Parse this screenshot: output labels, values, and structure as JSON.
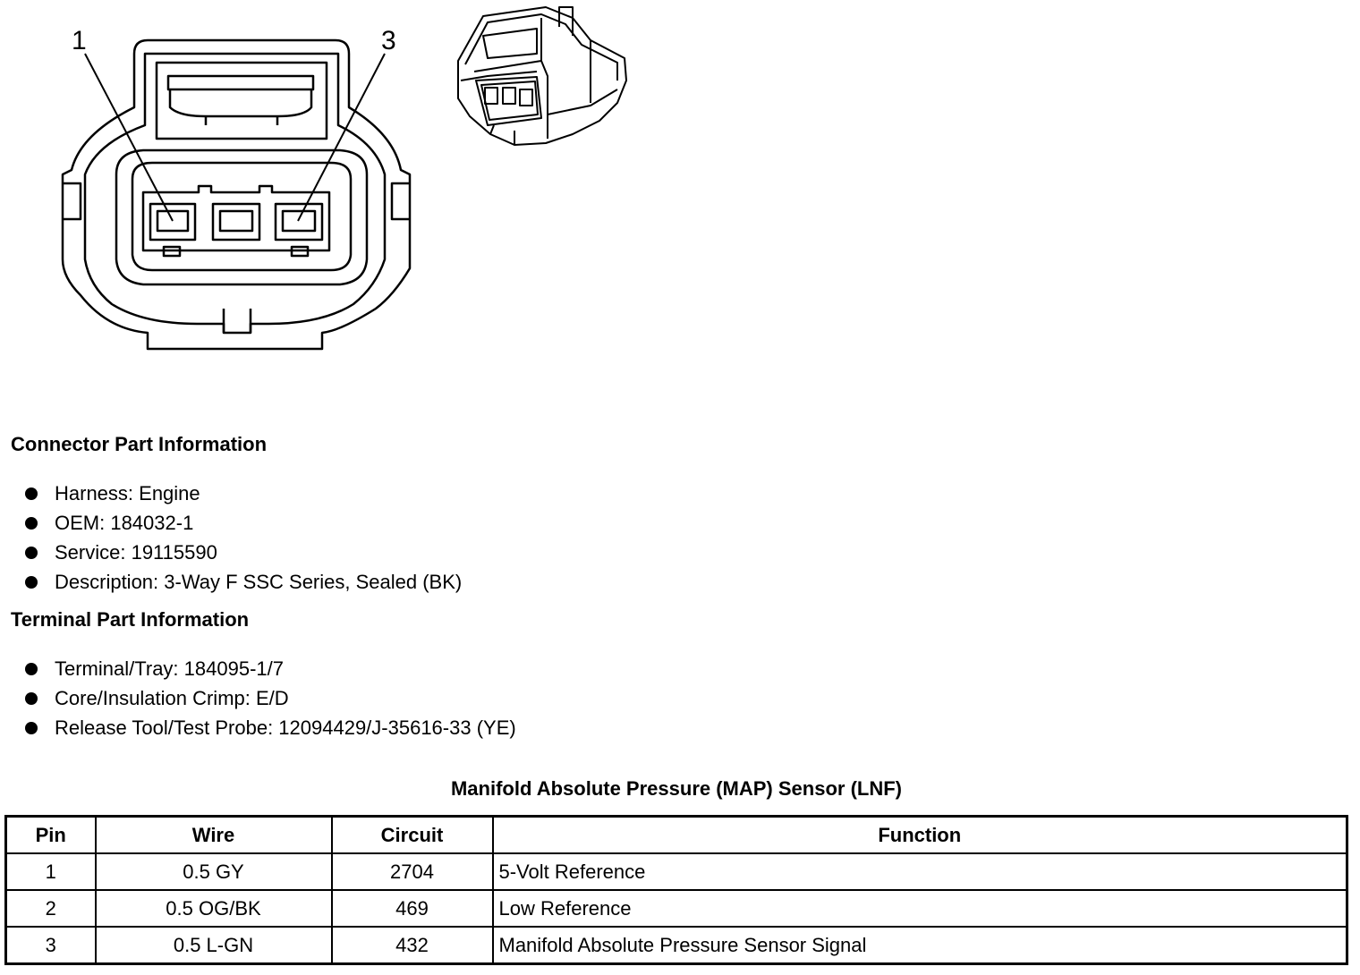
{
  "diagram": {
    "callouts": [
      "1",
      "3"
    ]
  },
  "connector_info": {
    "heading": "Connector Part Information",
    "items": [
      "Harness: Engine",
      "OEM: 184032-1",
      "Service: 19115590",
      "Description: 3-Way F SSC Series, Sealed (BK)"
    ]
  },
  "terminal_info": {
    "heading": "Terminal Part Information",
    "items": [
      "Terminal/Tray: 184095-1/7",
      "Core/Insulation Crimp: E/D",
      "Release Tool/Test Probe: 12094429/J-35616-33 (YE)"
    ]
  },
  "table": {
    "title": "Manifold Absolute Pressure (MAP) Sensor (LNF)",
    "headers": [
      "Pin",
      "Wire",
      "Circuit",
      "Function"
    ],
    "rows": [
      [
        "1",
        "0.5 GY",
        "2704",
        "5-Volt Reference"
      ],
      [
        "2",
        "0.5 OG/BK",
        "469",
        "Low Reference"
      ],
      [
        "3",
        "0.5 L-GN",
        "432",
        "Manifold Absolute Pressure Sensor Signal"
      ]
    ]
  }
}
